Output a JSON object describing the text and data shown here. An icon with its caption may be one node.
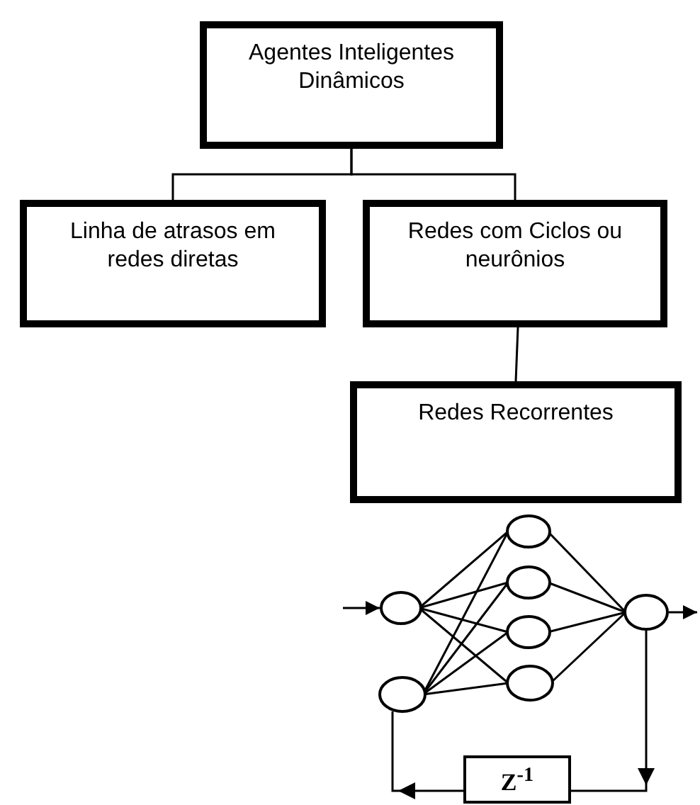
{
  "diagram": {
    "nodes": [
      {
        "text": [
          "Agentes Inteligentes Dinâmicos"
        ]
      },
      {
        "text": [
          "Linha de atrasos em redes diretas"
        ]
      },
      {
        "text": [
          "Redes com Ciclos ou neurônios"
        ]
      },
      {
        "text": [
          "Redes Recorrentes"
        ]
      },
      {
        "text": [],
        "shape": "circle"
      },
      {
        "text": [],
        "shape": "circle"
      },
      {
        "text": [],
        "shape": "circle"
      },
      {
        "text": [],
        "shape": "circle"
      },
      {
        "text": [],
        "shape": "circle"
      },
      {
        "text": [],
        "shape": "circle"
      },
      {
        "text": [],
        "shape": "circle"
      },
      {
        "text": [
          "Z$^{-1}$"
        ]
      }
    ],
    "edges": [
      {
        "from": 0,
        "to": 1,
        "arrow": "none"
      },
      {
        "from": 0,
        "to": 2,
        "arrow": "none"
      },
      {
        "from": 2,
        "to": 3,
        "arrow": "none"
      },
      {
        "from": null,
        "to": 4,
        "arrow": "to"
      },
      {
        "from": 4,
        "to": 6,
        "arrow": "none"
      },
      {
        "from": 4,
        "to": 7,
        "arrow": "none"
      },
      {
        "from": 4,
        "to": 8,
        "arrow": "none"
      },
      {
        "from": 4,
        "to": 9,
        "arrow": "none"
      },
      {
        "from": 5,
        "to": 6,
        "arrow": "none"
      },
      {
        "from": 5,
        "to": 7,
        "arrow": "none"
      },
      {
        "from": 5,
        "to": 8,
        "arrow": "none"
      },
      {
        "from": 5,
        "to": 9,
        "arrow": "none"
      },
      {
        "from": 6,
        "to": 10,
        "arrow": "none"
      },
      {
        "from": 7,
        "to": 10,
        "arrow": "none"
      },
      {
        "from": 8,
        "to": 10,
        "arrow": "none"
      },
      {
        "from": 9,
        "to": 10,
        "arrow": "none"
      },
      {
        "from": 10,
        "to": null,
        "arrow": "to"
      },
      {
        "from": 10,
        "to": 11,
        "arrow": "to"
      },
      {
        "from": 11,
        "to": 5,
        "arrow": "to"
      }
    ]
  }
}
